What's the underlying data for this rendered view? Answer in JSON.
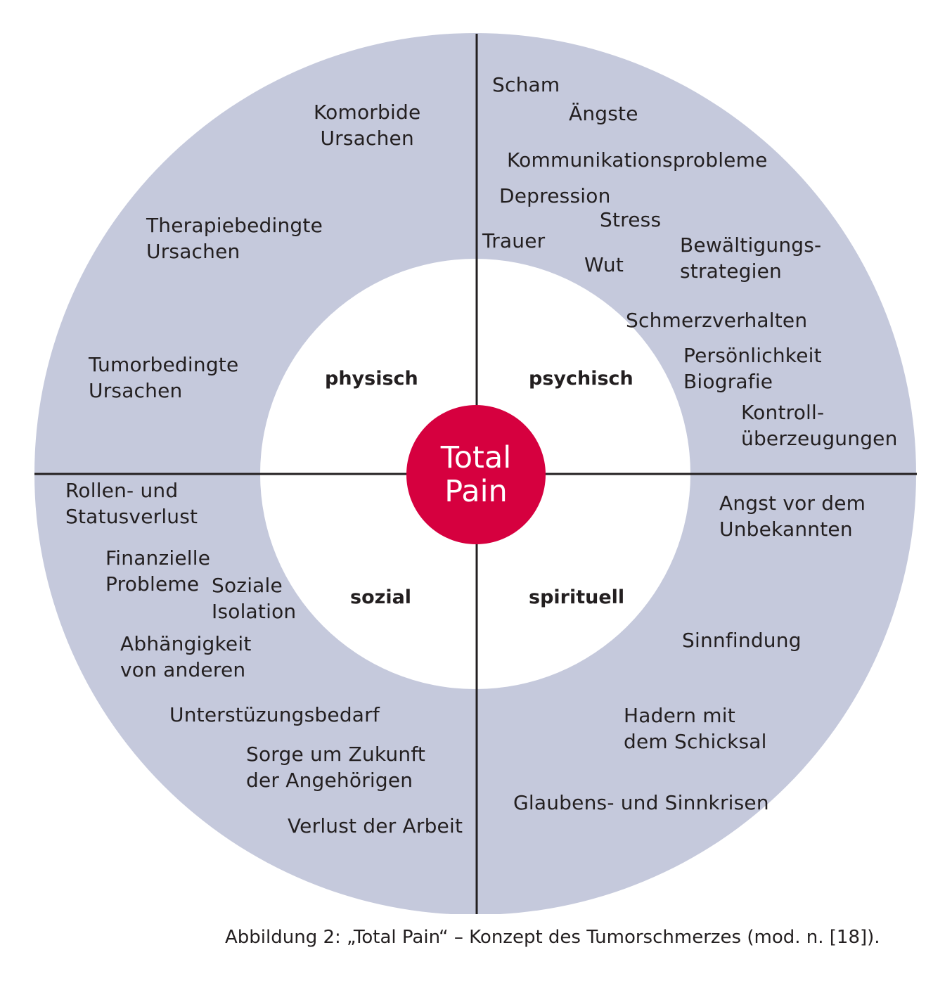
{
  "colors": {
    "ring": "#c5c9dc",
    "inner": "#ffffff",
    "center": "#d6003f",
    "line": "#231f20"
  },
  "center": {
    "label": "Total\nPain"
  },
  "quadrants": {
    "physisch": "physisch",
    "psychisch": "psychisch",
    "sozial": "sozial",
    "spirituell": "spirituell"
  },
  "physisch_items": [
    "Komorbide\nUrsachen",
    "Therapiebedingte\nUrsachen",
    "Tumorbedingte\nUrsachen"
  ],
  "psychisch_items": [
    "Scham",
    "Ängste",
    "Kommunikationsprobleme",
    "Depression",
    "Stress",
    "Trauer",
    "Wut",
    "Bewältigungs-\nstrategien",
    "Schmerzverhalten",
    "Persönlichkeit\nBiografie",
    "Kontroll-\nüberzeugungen"
  ],
  "sozial_items": [
    "Rollen- und\nStatusverlust",
    "Finanzielle\nProbleme",
    "Soziale\nIsolation",
    "Abhängigkeit\nvon anderen",
    "Unterstüzungsbedarf",
    "Sorge um Zukunft\nder Angehörigen",
    "Verlust der Arbeit"
  ],
  "spirituell_items": [
    "Angst vor dem\nUnbekannten",
    "Sinnfindung",
    "Hadern mit\ndem Schicksal",
    "Glaubens- und Sinnkrisen"
  ],
  "caption": "Abbildung 2: „Total Pain“ – Konzept des Tumorschmerzes (mod. n. [18])."
}
